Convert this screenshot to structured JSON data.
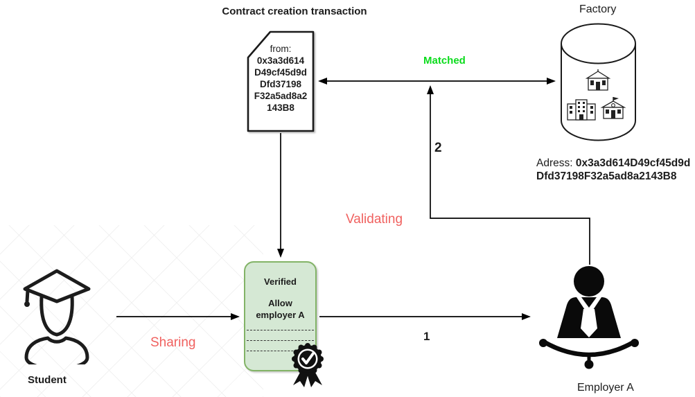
{
  "colors": {
    "matched_green": "#0bdc1c",
    "flow_salmon": "#f0615f",
    "verified_box_fill": "#d5e8d4",
    "verified_box_stroke": "#82b366",
    "ink": "#1c1c1c"
  },
  "titles": {
    "contract": "Contract creation transaction"
  },
  "contract_doc": {
    "from_label": "from:",
    "hash_lines": [
      "0x3a3d614",
      "D49cf45d9d",
      "Dfd37198",
      "F32a5ad8a2",
      "143B8"
    ]
  },
  "factory": {
    "label": "Factory",
    "address_prefix": "Adress:",
    "address_hex_line1": "0x3a3d614D49cf45d9d",
    "address_hex_line2": "Dfd37198F32a5ad8a2143B8",
    "building_icons": [
      "school-building-icon",
      "office-building-icon",
      "schoolhouse-flag-icon"
    ]
  },
  "verified_box": {
    "title": "Verified",
    "permission_line1": "Allow",
    "permission_line2": "employer A",
    "badge_icon": "verified-seal-icon"
  },
  "flows": {
    "matched_label": "Matched",
    "sharing_label": "Sharing",
    "validating_label": "Validating",
    "step1_label": "1",
    "step2_label": "2"
  },
  "actors": {
    "student_label": "Student",
    "employer_label": "Employer A"
  }
}
